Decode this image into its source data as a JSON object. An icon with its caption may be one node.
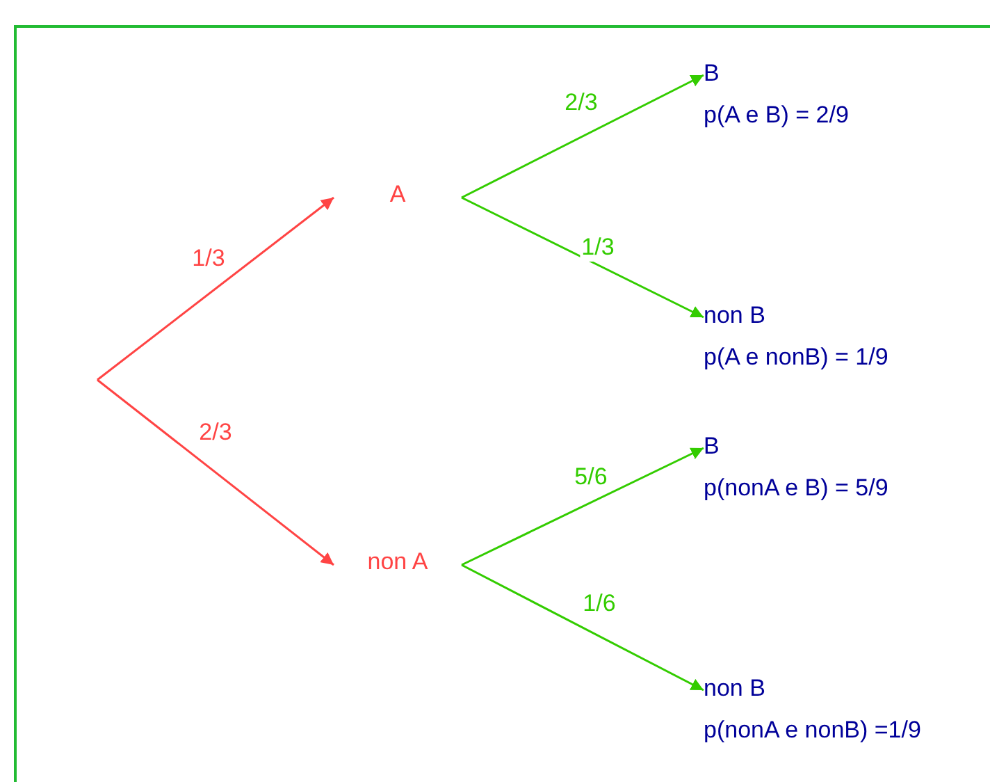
{
  "diagram": {
    "nodes": [
      {
        "text": [
          "A"
        ]
      },
      {
        "text": [
          "non A"
        ]
      },
      {
        "text": [
          "B",
          "p(A e B) = 2/9"
        ]
      },
      {
        "text": [
          "non B",
          "p(A e nonB) = 1/9"
        ]
      },
      {
        "text": [
          "B",
          "p(nonA e B) = 5/9"
        ]
      },
      {
        "text": [
          "non B",
          "p(nonA e nonB) =1/9"
        ]
      }
    ],
    "edges": [
      {
        "from": null,
        "to": 0,
        "arrow": "to",
        "label": "1/3",
        "color": "#ff4444"
      },
      {
        "from": null,
        "to": 1,
        "arrow": "to",
        "label": "2/3",
        "color": "#ff4444"
      },
      {
        "from": 0,
        "to": 2,
        "arrow": "to",
        "label": "2/3"
      },
      {
        "from": 0,
        "to": 3,
        "arrow": "to",
        "label": "1/3"
      },
      {
        "from": 1,
        "to": 4,
        "arrow": "to",
        "label": "5/6"
      },
      {
        "from": 1,
        "to": 5,
        "arrow": "to",
        "label": "1/6"
      }
    ]
  }
}
